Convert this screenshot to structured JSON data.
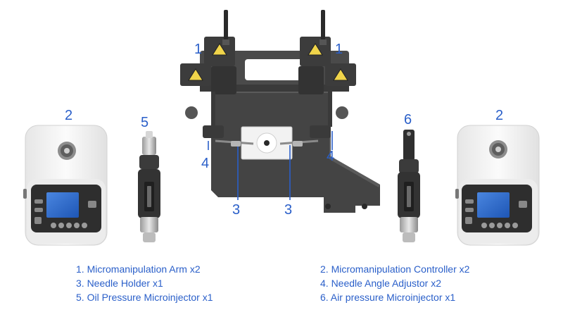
{
  "callouts": {
    "arm_left": "1",
    "arm_right": "1",
    "controller_left": "2",
    "controller_right": "2",
    "holder_left": "3",
    "holder_right": "3",
    "adjustor_left": "4",
    "adjustor_right": "4",
    "oil_injector": "5",
    "air_injector": "6"
  },
  "legend": {
    "left": [
      "1. Micromanipulation Arm x2",
      "3. Needle Holder x1",
      "5. Oil Pressure Microinjector x1"
    ],
    "right": [
      "2. Micromanipulation Controller x2",
      "4. Needle Angle Adjustor x2",
      "6. Air pressure Microinjector x1"
    ]
  },
  "colors": {
    "callout": "#2a5fc9",
    "device_body": "#f4f4f4",
    "device_dark": "#3a3a3a",
    "screen_blue": "#2f6fd0"
  }
}
